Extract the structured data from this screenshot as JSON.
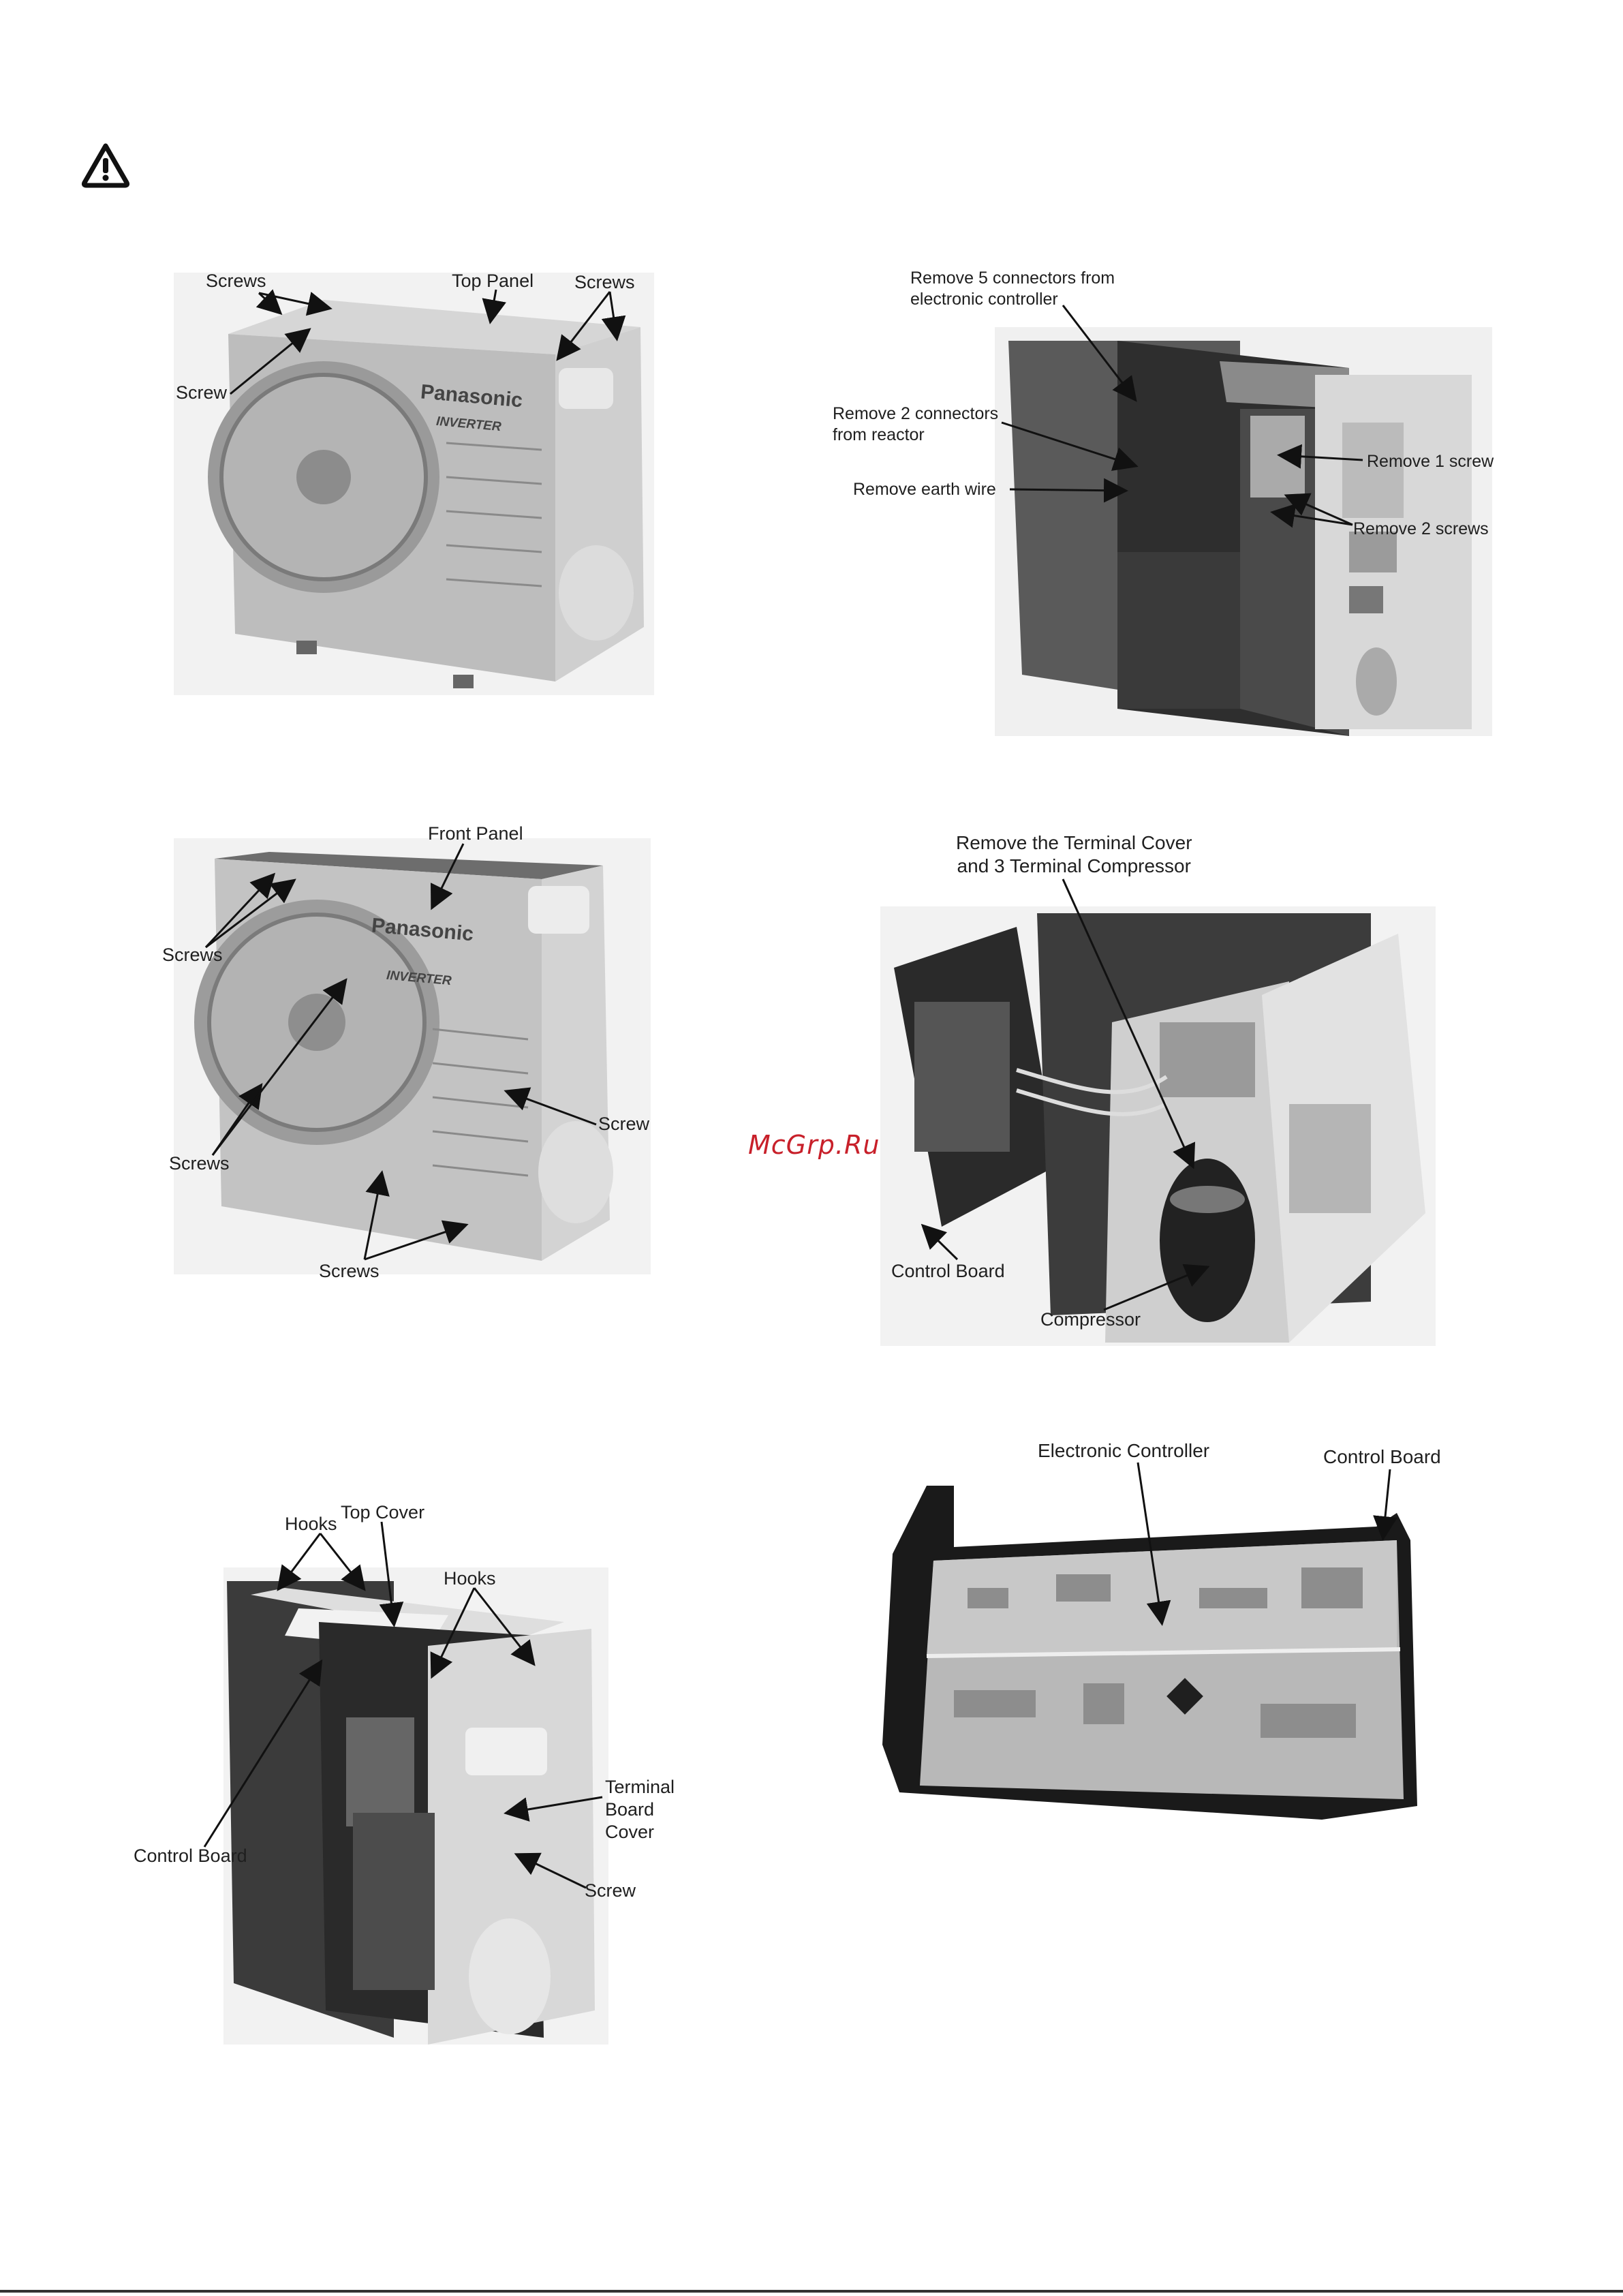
{
  "page": {
    "warning_icon": "warning-triangle-icon",
    "watermark": "McGrp.Ru"
  },
  "figures": [
    {
      "id": "fig1",
      "subject": "outdoor unit top panel",
      "brand": "Panasonic",
      "badge": "INVERTER",
      "labels": [
        "Screws",
        "Top Panel",
        "Screws",
        "Screw"
      ]
    },
    {
      "id": "fig2",
      "subject": "connectors removal",
      "labels": [
        "Remove 5 connectors from\nelectronic controller",
        "Remove 2 connectors\nfrom reactor",
        "Remove earth wire",
        "Remove 1 screw",
        "Remove 2 screws"
      ]
    },
    {
      "id": "fig3",
      "subject": "front panel",
      "brand": "Panasonic",
      "badge": "INVERTER",
      "labels": [
        "Front Panel",
        "Screws",
        "Screw",
        "Screws",
        "Screws"
      ]
    },
    {
      "id": "fig4",
      "subject": "compressor terminal",
      "labels": [
        "Remove the Terminal Cover\nand 3 Terminal Compressor",
        "Control Board",
        "Compressor"
      ]
    },
    {
      "id": "fig5",
      "subject": "top cover and terminal board cover",
      "labels": [
        "Hooks",
        "Top Cover",
        "Hooks",
        "Terminal\nBoard\nCover",
        "Control Board",
        "Screw"
      ]
    },
    {
      "id": "fig6",
      "subject": "electronic controller board",
      "labels": [
        "Electronic Controller",
        "Control Board"
      ]
    }
  ]
}
